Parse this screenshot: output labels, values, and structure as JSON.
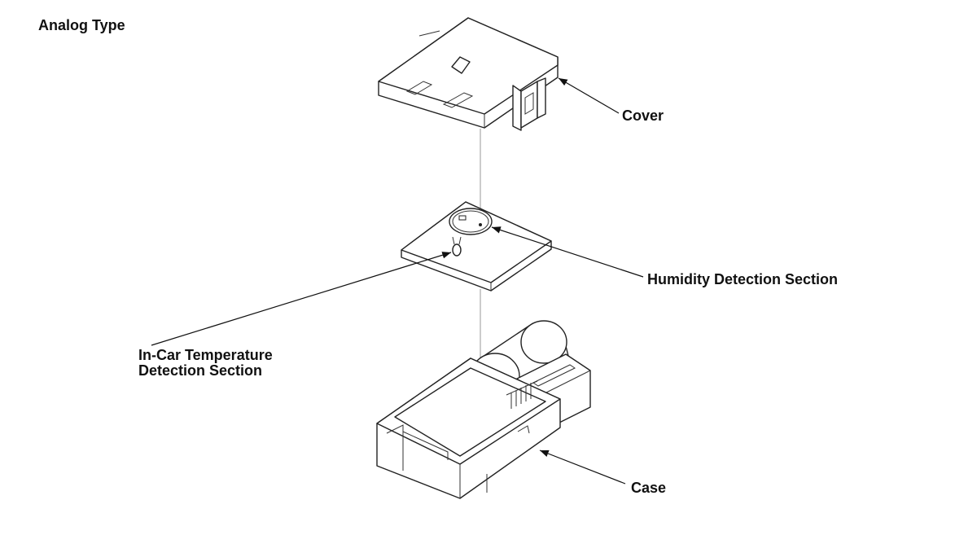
{
  "title": "Analog Type",
  "labels": {
    "cover": "Cover",
    "humidity": "Humidity Detection Section",
    "temperature_line1": "In-Car Temperature",
    "temperature_line2": "Detection Section",
    "case": "Case"
  }
}
